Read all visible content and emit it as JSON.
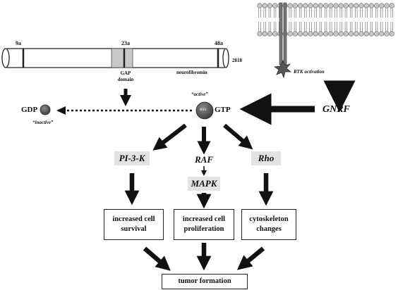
{
  "protein_bar": {
    "exon_labels": [
      "9a",
      "23a",
      "48a"
    ],
    "length": "2818",
    "gap_domain": "GAP\ndomain",
    "protein_name": "neurofibromin"
  },
  "membrane": {
    "rtk_activation": "RTK activation"
  },
  "gnrf": "GNRF",
  "ras_active": {
    "state": "“active”",
    "ras": "RAS",
    "gtp": "GTP"
  },
  "ras_inactive": {
    "gdp": "GDP",
    "state": "“inactive”"
  },
  "effectors": {
    "pi3k": "PI-3-K",
    "raf": "RAF",
    "mapk": "MAPK",
    "rho": "Rho"
  },
  "outcomes": {
    "survival": "increased cell\nsurvival",
    "proliferation": "increased cell\nproliferation",
    "cytoskeleton": "cytoskeleton\nchanges"
  },
  "tumor": "tumor formation",
  "colors": {
    "arrow": "#111111",
    "lipid_head": "#c8c8c8",
    "ras_ball": "#555555",
    "effector_bg": "#e3e3e3"
  }
}
